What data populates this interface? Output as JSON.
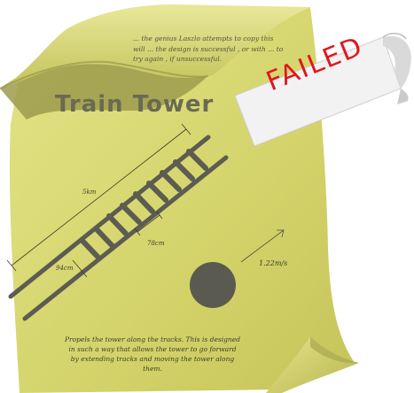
{
  "card": {
    "intro": "... the genius Laszlo attempts to copy this will ... the design is successful , or with ... to try again , if unsuccessful.",
    "title": "Train Tower",
    "status_stamp": "FAILED",
    "dimensions": {
      "length": "5km",
      "sleeper_spacing": "78cm",
      "track_width": "94cm"
    },
    "speed": "1.22m/s",
    "description": "Propels the tower along the tracks. This is designed in such a way that allows the tower to go forward by extending tracks and moving the tower along them."
  },
  "colors": {
    "paper": "#d8d86a",
    "paper_shadow": "#a9a852",
    "track": "#5c5c52",
    "stamp_text": "#e0161d",
    "stamp_label": "#f2f2f2"
  },
  "icons": {
    "arrow": "arrow-up-right-icon",
    "tower_base": "circle-icon"
  }
}
